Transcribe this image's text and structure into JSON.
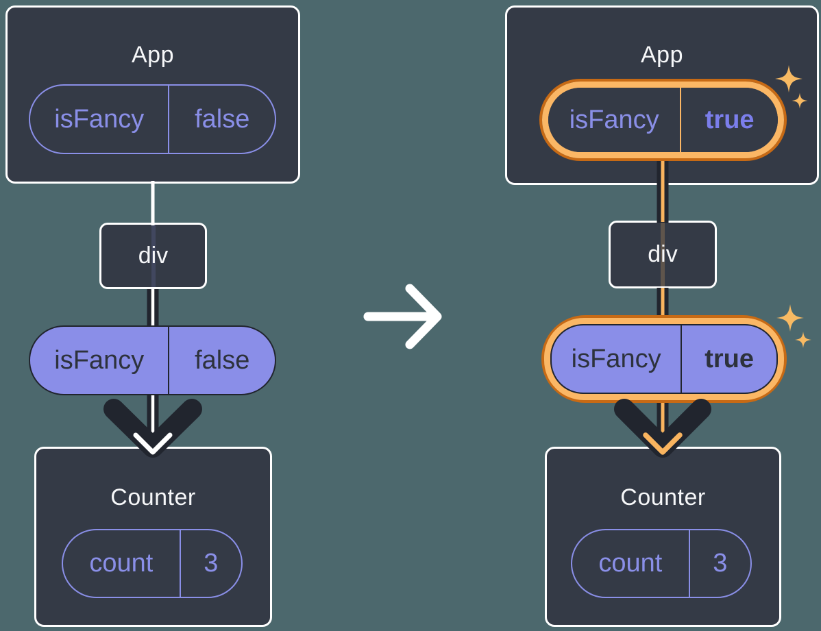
{
  "diagram_title": "Prop change flowing from App through div to Counter",
  "colors": {
    "background": "#4C686D",
    "card": "#343A46",
    "purple": "#8A8FE8",
    "purple_fill": "#8A8EE8",
    "purple_bold": "#7B7EEB",
    "dark_flow": "#21252E",
    "dark_text": "#2D323C",
    "orange_ring_dark": "#C76A15",
    "orange_ring_light": "#FBB765",
    "orange_flow": "#F9B45F",
    "white": "#FFFFFF"
  },
  "icons": {
    "transition_arrow": "right-arrow",
    "sparkle": "four-point-star",
    "flow_arrowhead": "down-chevron"
  },
  "panels": [
    {
      "name": "before",
      "app": {
        "title": "App",
        "prop": {
          "label": "isFancy",
          "value": "false"
        }
      },
      "div": {
        "label": "div"
      },
      "passed_prop": {
        "label": "isFancy",
        "value": "false"
      },
      "counter": {
        "title": "Counter",
        "state": {
          "label": "count",
          "value": "3"
        }
      }
    },
    {
      "name": "after",
      "app": {
        "title": "App",
        "prop": {
          "label": "isFancy",
          "value": "true"
        }
      },
      "div": {
        "label": "div"
      },
      "passed_prop": {
        "label": "isFancy",
        "value": "true"
      },
      "counter": {
        "title": "Counter",
        "state": {
          "label": "count",
          "value": "3"
        }
      }
    }
  ]
}
